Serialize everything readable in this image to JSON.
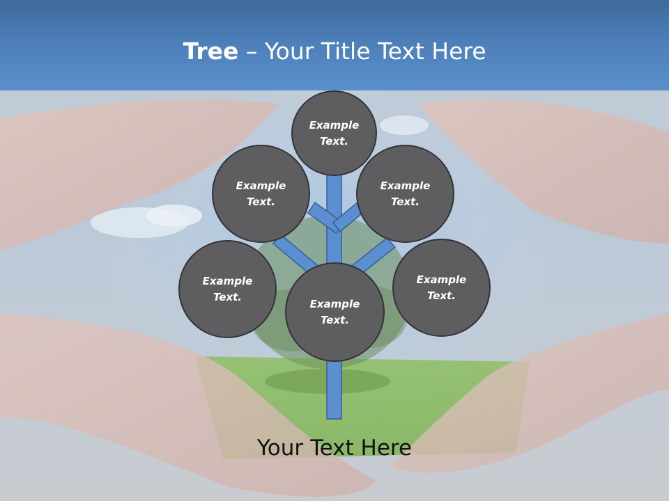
{
  "slide": {
    "title_bold": "Tree",
    "title_rest": " – Your Title Text Here",
    "footer_text": "Your Text Here"
  },
  "nodes": [
    {
      "label": "Example Text."
    },
    {
      "label": "Example Text."
    },
    {
      "label": "Example Text."
    },
    {
      "label": "Example Text."
    },
    {
      "label": "Example Text."
    },
    {
      "label": "Example Text."
    }
  ],
  "colors": {
    "header": "#4f82bd",
    "node_fill": "#5e5e60",
    "node_border": "#343436",
    "branch": "#5b8fd1"
  }
}
